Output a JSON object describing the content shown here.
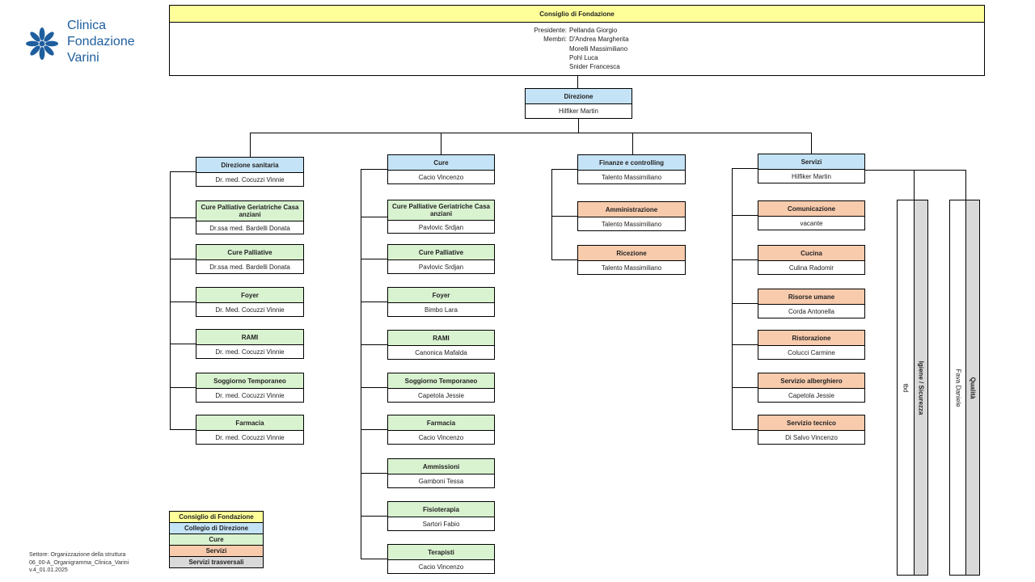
{
  "logo": {
    "line1": "Clinica",
    "line2": "Fondazione",
    "line3": "Varini",
    "color": "#1f5e9e"
  },
  "board": {
    "title": "Consiglio di Fondazione",
    "president_label": "Presidente:",
    "president": "Pellanda Giorgio",
    "members_label": "Membri:",
    "members": [
      "D'Andrea Margherita",
      "Morelli Massimiliano",
      "Pohl Luca",
      "Snider Francesca"
    ]
  },
  "direction": {
    "title": "Direzione",
    "name": "Hilfiker Martin"
  },
  "columns": [
    {
      "head": {
        "title": "Direzione sanitaria",
        "name": "Dr. med. Cocuzzi Vinnie"
      },
      "units": [
        {
          "title": "Cure Palliative Geriatriche Casa anziani",
          "name": "Dr.ssa med. Bardelli Donata"
        },
        {
          "title": "Cure Palliative",
          "name": "Dr.ssa med. Bardelli Donata"
        },
        {
          "title": "Foyer",
          "name": "Dr. Med. Cocuzzi Vinnie"
        },
        {
          "title": "RAMI",
          "name": "Dr. med. Cocuzzi Vinnie"
        },
        {
          "title": "Soggiorno Temporaneo",
          "name": "Dr. med. Cocuzzi Vinnie"
        },
        {
          "title": "Farmacia",
          "name": "Dr. med. Cocuzzi Vinnie"
        }
      ]
    },
    {
      "head": {
        "title": "Cure",
        "name": "Cacio Vincenzo"
      },
      "units": [
        {
          "title": "Cure Palliative Geriatriche Casa anziani",
          "name": "Pavlovic Srdjan"
        },
        {
          "title": "Cure Palliative",
          "name": "Pavlovic Srdjan"
        },
        {
          "title": "Foyer",
          "name": "Bimbo Lara"
        },
        {
          "title": "RAMI",
          "name": "Canonica Mafalda"
        },
        {
          "title": "Soggiorno Temporaneo",
          "name": "Capetola Jessie"
        },
        {
          "title": "Farmacia",
          "name": "Cacio Vincenzo"
        },
        {
          "title": "Ammissioni",
          "name": "Gamboni Tessa"
        },
        {
          "title": "Fisioterapia",
          "name": "Sartori Fabio"
        },
        {
          "title": "Terapisti",
          "name": "Cacio Vincenzo"
        }
      ]
    },
    {
      "head": {
        "title": "Finanze e controlling",
        "name": "Talento Massimiliano"
      },
      "units": [
        {
          "title": "Amministrazione",
          "name": "Talento Massimiliano"
        },
        {
          "title": "Ricezione",
          "name": "Talento Massimiliano"
        }
      ]
    },
    {
      "head": {
        "title": "Servizi",
        "name": "Hilfiker Martin"
      },
      "units": [
        {
          "title": "Comunicazione",
          "name": "vacante"
        },
        {
          "title": "Cucina",
          "name": "Culina Radomir"
        },
        {
          "title": "Risorse umane",
          "name": "Corda Antonella"
        },
        {
          "title": "Ristorazione",
          "name": "Colucci Carmine"
        },
        {
          "title": "Servizio alberghiero",
          "name": "Capetola Jessie"
        },
        {
          "title": "Servizio tecnico",
          "name": "Di Salvo Vincenzo"
        }
      ]
    }
  ],
  "cross_services": [
    {
      "title": "Igiene / Sicurezza",
      "name": "tbd"
    },
    {
      "title": "Qualità",
      "name": "Fava Daniele"
    }
  ],
  "legend": [
    {
      "label": "Consiglio di Fondazione",
      "color": "#ffff99"
    },
    {
      "label": "Collegio di Direzione",
      "color": "#c5e3f6"
    },
    {
      "label": "Cure",
      "color": "#d9f2d0"
    },
    {
      "label": "Servizi",
      "color": "#f8cbad"
    },
    {
      "label": "Servizi trasversali",
      "color": "#d9d9d9"
    }
  ],
  "footer": {
    "line1": "Settore: Organizzazione della struttura",
    "line2": "06_00-A_Organigramma_Clinica_Varini",
    "line3": "v.4_01.01.2025"
  }
}
